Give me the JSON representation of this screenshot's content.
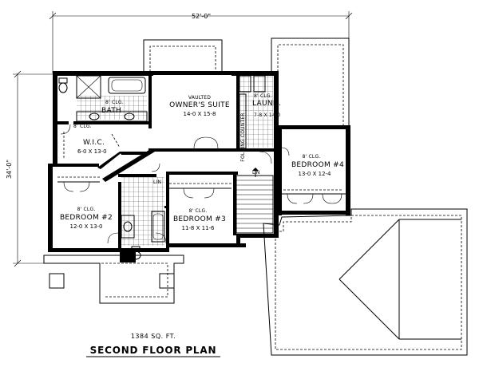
{
  "dimensions": {
    "overall_width": "52'-0\"",
    "overall_depth": "34'-0\""
  },
  "rooms": {
    "bath": {
      "name": "BATH",
      "ceiling": "8' CLG."
    },
    "wic": {
      "name": "W.I.C.",
      "ceiling": "8' CLG.",
      "size": "6-0 X 13-0"
    },
    "owners_suite": {
      "note": "VAULTED",
      "name": "OWNER'S SUITE",
      "size": "14-0 X 15-8"
    },
    "laundry": {
      "name": "LAUND.",
      "ceiling": "8' CLG.",
      "size": "7-8 X 14-0"
    },
    "folding_counter": {
      "name": "FOLDING COUNTER"
    },
    "bedroom4": {
      "name": "BEDROOM #4",
      "ceiling": "8' CLG.",
      "size": "13-0 X 12-4"
    },
    "bedroom2": {
      "name": "BEDROOM #2",
      "ceiling": "8' CLG.",
      "size": "12-0 X 13-0"
    },
    "bedroom3": {
      "name": "BEDROOM #3",
      "ceiling": "8' CLG.",
      "size": "11-8 X 11-6"
    }
  },
  "fixtures": {
    "linen": "LIN",
    "stair_down": "DN"
  },
  "area": "1384 SQ. FT.",
  "plan_title": "SECOND FLOOR PLAN",
  "colors": {
    "ink": "#000000",
    "paper": "#ffffff",
    "tile": "#555555"
  }
}
